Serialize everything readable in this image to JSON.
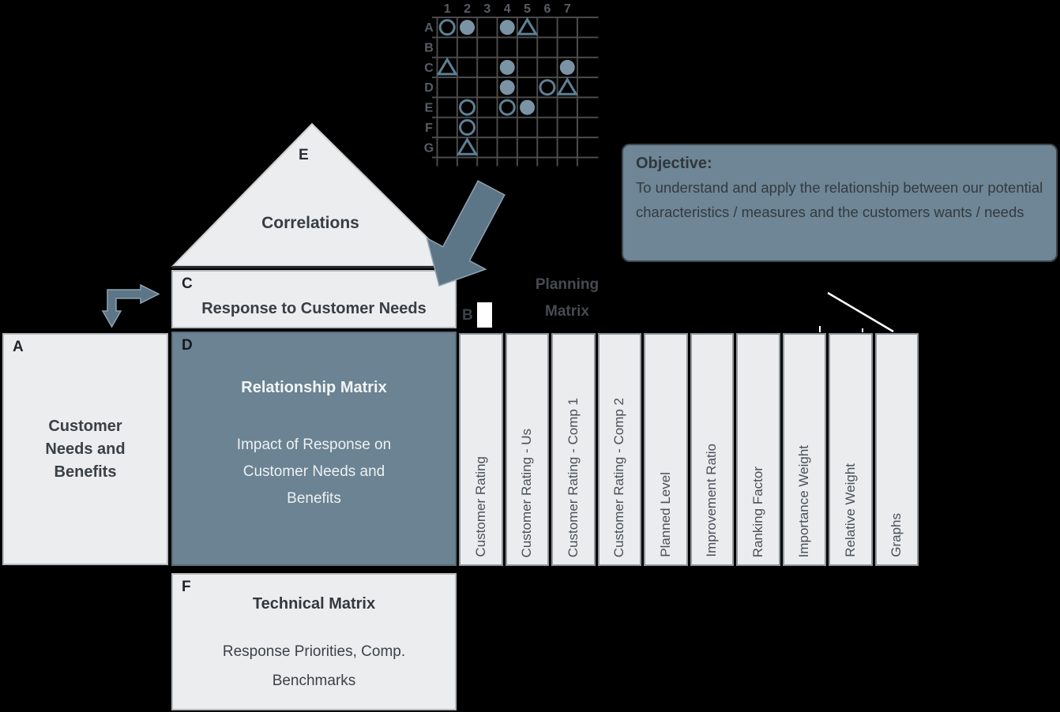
{
  "colors": {
    "background": "#000000",
    "slate_box": "#6b8392",
    "objective_box": "#6e8695",
    "light_box": "#ebedee",
    "arrow": "#5d7687",
    "symbol_fill": "#7b94a5",
    "symbol_stroke": "#5f8094",
    "grid_line": "#4b4b4b",
    "callout_line": "#ffffff"
  },
  "correlation_grid": {
    "col_labels": [
      "1",
      "2",
      "3",
      "4",
      "5",
      "6",
      "7"
    ],
    "row_labels": [
      "A",
      "B",
      "C",
      "D",
      "E",
      "F",
      "G"
    ],
    "symbols": [
      {
        "row": "A",
        "col": 1,
        "type": "ring"
      },
      {
        "row": "A",
        "col": 2,
        "type": "dot"
      },
      {
        "row": "A",
        "col": 4,
        "type": "dot"
      },
      {
        "row": "A",
        "col": 5,
        "type": "triangle"
      },
      {
        "row": "C",
        "col": 1,
        "type": "triangle"
      },
      {
        "row": "C",
        "col": 4,
        "type": "dot"
      },
      {
        "row": "C",
        "col": 7,
        "type": "dot"
      },
      {
        "row": "D",
        "col": 4,
        "type": "dot"
      },
      {
        "row": "D",
        "col": 6,
        "type": "ring"
      },
      {
        "row": "D",
        "col": 7,
        "type": "triangle"
      },
      {
        "row": "E",
        "col": 2,
        "type": "ring"
      },
      {
        "row": "E",
        "col": 4,
        "type": "ring"
      },
      {
        "row": "E",
        "col": 5,
        "type": "dot"
      },
      {
        "row": "F",
        "col": 2,
        "type": "ring"
      },
      {
        "row": "G",
        "col": 2,
        "type": "triangle"
      }
    ]
  },
  "house": {
    "correlations": {
      "label": "E",
      "title": "Correlations"
    },
    "response": {
      "label": "C",
      "title": "Response to Customer Needs"
    },
    "customer_needs": {
      "label": "A",
      "title": "Customer Needs and Benefits"
    },
    "relationship": {
      "label": "D",
      "title": "Relationship Matrix",
      "subtitle": "Impact of Response on Customer Needs and Benefits"
    },
    "technical": {
      "label": "F",
      "title": "Technical Matrix",
      "subtitle": "Response Priorities, Comp. Benchmarks"
    }
  },
  "planning_matrix": {
    "label": "B",
    "title": "Planning Matrix",
    "columns": [
      "Customer Rating",
      "Customer Rating - Us",
      "Customer Rating - Comp 1",
      "Customer Rating - Comp 2",
      "Planned Level",
      "Improvement Ratio",
      "Ranking Factor",
      "Importance Weight",
      "Relative Weight",
      "Graphs"
    ]
  },
  "objective": {
    "heading": "Objective:",
    "body": "To understand and apply the relationship between our potential characteristics / measures and the customers wants / needs"
  }
}
